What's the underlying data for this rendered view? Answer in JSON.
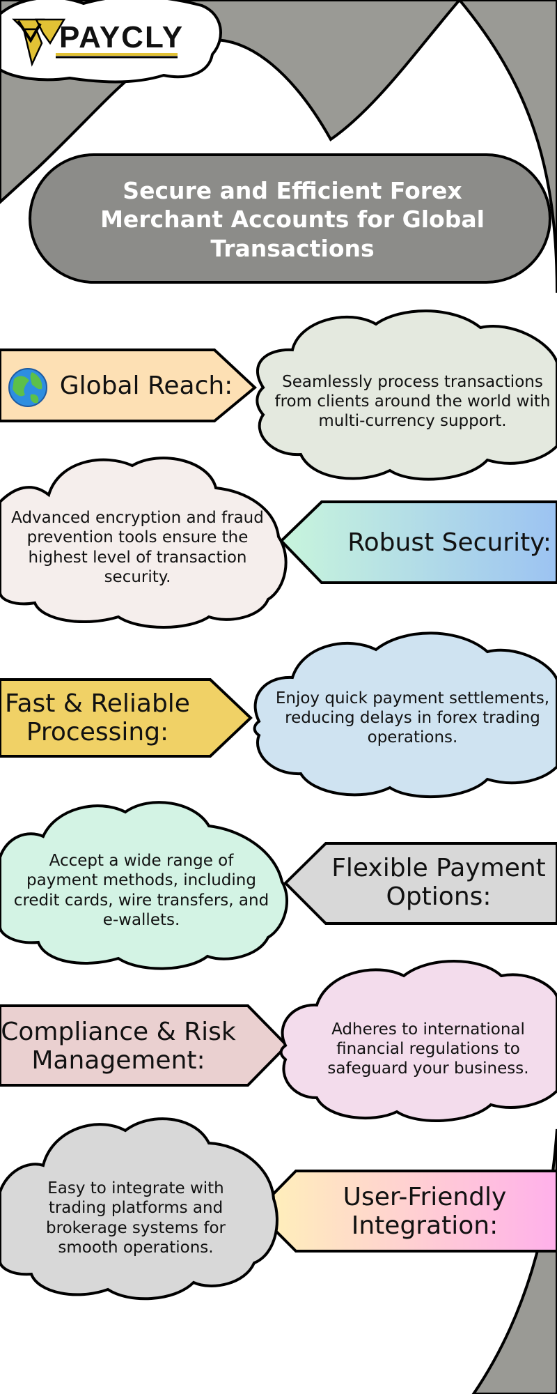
{
  "brand": {
    "name": "PAYCLY",
    "logo_icon": "paycly-logo-icon"
  },
  "title": "Secure and Efficient Forex Merchant Accounts for Global Transactions",
  "colors": {
    "background_gray": "#9a9a95",
    "title_pill": "#8c8c89",
    "outline": "#000000"
  },
  "features": [
    {
      "label": "Global Reach:",
      "icon": "globe-icon",
      "description": "Seamlessly process transactions from clients around the world with multi-currency support.",
      "label_color": "#fde0b4",
      "cloud_color": "#e4e9df"
    },
    {
      "label": "Robust Security:",
      "description": "Advanced encryption and fraud prevention tools ensure the highest level of transaction security.",
      "label_gradient": [
        "#c8f5dc",
        "#9cc3f2"
      ],
      "cloud_color": "#f5eeec"
    },
    {
      "label": "Fast & Reliable Processing:",
      "description": "Enjoy quick payment settlements, reducing delays in forex trading operations.",
      "label_color": "#f0d166",
      "cloud_color": "#cfe3f1"
    },
    {
      "label": "Flexible Payment Options:",
      "description": "Accept a wide range of payment methods, including credit cards, wire transfers, and e-wallets.",
      "label_color": "#d8d8d8",
      "cloud_color": "#d3f3e4"
    },
    {
      "label": "Compliance & Risk Management:",
      "description": "Adheres to international financial regulations to safeguard your business.",
      "label_color": "#ead0d0",
      "cloud_color": "#f3dcec"
    },
    {
      "label": "User-Friendly Integration:",
      "description": "Easy to integrate with trading platforms and brokerage systems for smooth operations.",
      "label_gradient": [
        "#fff2b8",
        "#ffb0ea"
      ],
      "cloud_color": "#d8d8d8"
    }
  ]
}
